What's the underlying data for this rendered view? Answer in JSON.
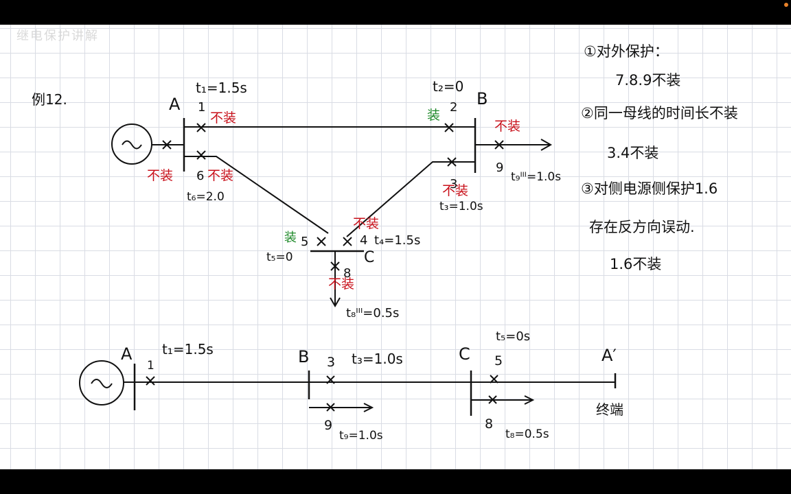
{
  "watermark": "继电保护讲解",
  "example_label": "例12.",
  "colors": {
    "ink": "#111111",
    "red": "#c8101a",
    "green": "#1f8a2a",
    "grid": "#d9dce4"
  },
  "top_diagram": {
    "bus_a": "A",
    "bus_b": "B",
    "bus_c": "C",
    "t1": "t₁=1.5s",
    "t2": "t₂=0",
    "t3": "t₃=1.0s",
    "t4": "t₄=1.5s",
    "t5": "t₅=0",
    "t6": "t₆=2.0",
    "t8": "t₈ᴵᴵᴵ=0.5s",
    "t9": "t₉ᴵᴵᴵ=1.0s",
    "n1": "1",
    "n2": "2",
    "n3": "3",
    "n4": "4",
    "n5": "5",
    "n6": "6",
    "n8": "8",
    "n9": "9",
    "mark_no": "不装",
    "mark_yes": "装"
  },
  "notes": [
    "①对外保护：",
    "7.8.9不装",
    "②同一母线的时间长不装",
    "3.4不装",
    "③对侧电源侧保护1.6",
    "存在反方向误动.",
    "1.6不装"
  ],
  "bottom_diagram": {
    "bus_a": "A",
    "bus_b": "B",
    "bus_c": "C",
    "bus_a2": "A′",
    "end_label": "终端",
    "n1": "1",
    "n3": "3",
    "n5": "5",
    "n8": "8",
    "n9": "9",
    "t1": "t₁=1.5s",
    "t3": "t₃=1.0s",
    "t5": "t₅=0s",
    "t8": "t₈=0.5s",
    "t9": "t₉=1.0s"
  }
}
